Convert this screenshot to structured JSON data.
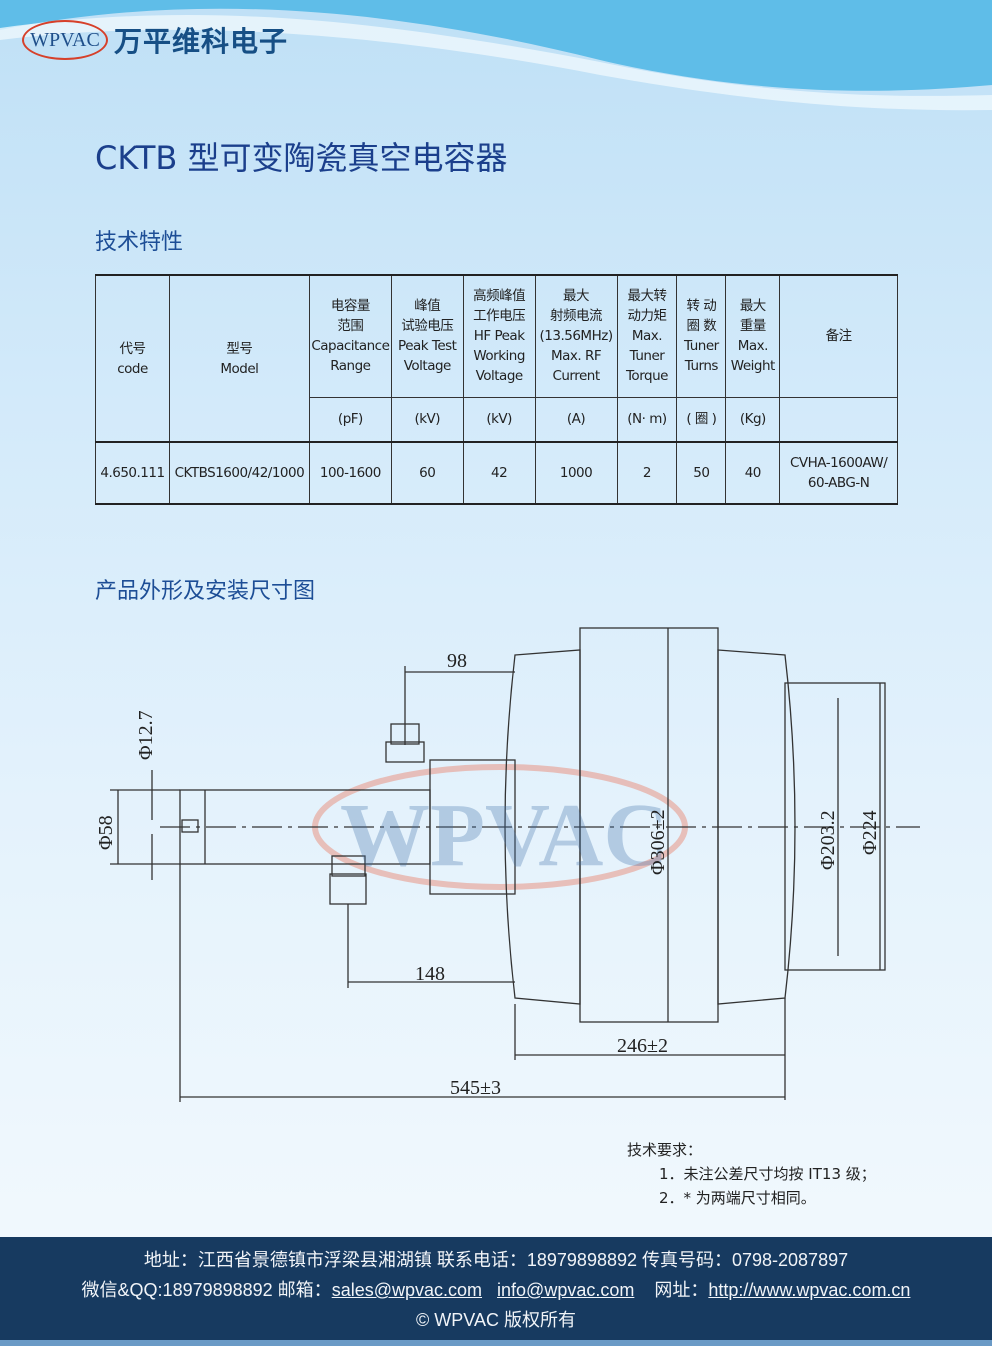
{
  "brand": {
    "logo_text": "WPVAC",
    "company": "万平维科电子"
  },
  "title": "CKTB 型可变陶瓷真空电容器",
  "section_specs": "技术特性",
  "section_drawing": "产品外形及安装尺寸图",
  "table": {
    "headers": [
      [
        "代号",
        "code"
      ],
      [
        "型号",
        "Model"
      ],
      [
        "电容量",
        "范围",
        "Capacitance",
        "Range"
      ],
      [
        "峰值",
        "试验电压",
        "Peak Test",
        "Voltage"
      ],
      [
        "高频峰值",
        "工作电压",
        "HF Peak",
        "Working",
        "Voltage"
      ],
      [
        "最大",
        "射频电流",
        "(13.56MHz)",
        "Max. RF",
        "Current"
      ],
      [
        "最大转",
        "动力矩",
        "Max.",
        "Tuner",
        "Torque"
      ],
      [
        "转 动",
        "圈 数",
        "Tuner",
        "Turns"
      ],
      [
        "最大",
        "重量",
        "Max.",
        "Weight"
      ],
      [
        "备注"
      ]
    ],
    "units": [
      "(pF)",
      "(kV)",
      "(kV)",
      "(A)",
      "(N· m)",
      "( 圈 )",
      "(Kg)"
    ],
    "row": [
      "4.650.111",
      "CKTBS1600/42/1000",
      "100-1600",
      "60",
      "42",
      "1000",
      "2",
      "50",
      "40",
      "CVHA-1600AW/",
      "60-ABG-N"
    ]
  },
  "drawing": {
    "watermark": "WPVAC",
    "dims": [
      "98",
      "Φ12.7",
      "Φ58",
      "148",
      "Φ306±2",
      "Φ203.2",
      "Φ224",
      "246±2",
      "545±3"
    ]
  },
  "notes": {
    "heading": "技术要求：",
    "items": [
      "1．未注公差尺寸均按 IT13 级；",
      "2．* 为两端尺寸相同。"
    ]
  },
  "footer": {
    "line1": "地址：江西省景德镇市浮梁县湘湖镇  联系电话：18979898892   传真号码：0798-2087897",
    "wechat": "微信&QQ:18979898892  邮箱：",
    "email1": "sales@wpvac.com",
    "email2": "info@wpvac.com",
    "web_label": "网址：",
    "web": "http://www.wpvac.com.cn",
    "copyright": "© WPVAC 版权所有"
  }
}
